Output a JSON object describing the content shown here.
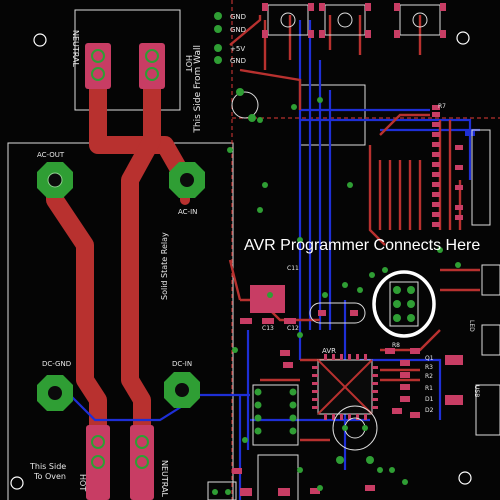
{
  "board": {
    "callout": "AVR Programmer Connects Here",
    "labels": {
      "neutral_top": "NEUTRAL",
      "hot_top": "HOT",
      "this_side_from_wall": "This Side From Wall",
      "gnd1": "GND",
      "gnd2": "GND",
      "v5": "+5V",
      "gnd3": "GND",
      "ac_out": "AC-OUT",
      "ac_in": "AC-IN",
      "ssr": "Solid State Relay",
      "dc_gnd": "DC-GND",
      "dc_in": "DC-IN",
      "this_side_to_oven": "This Side\nTo Oven",
      "hot_bottom": "HOT",
      "neutral_bottom": "NEUTRAL",
      "avr": "AVR",
      "c11": "C11",
      "c12": "C12",
      "c13": "C13",
      "r7": "R7",
      "d1": "D1",
      "d2": "D2",
      "q1": "Q1",
      "r1": "R1",
      "r2": "R2",
      "r3": "R3",
      "r8": "R8",
      "usb": "USB",
      "led": "LED"
    }
  },
  "colors": {
    "board_bg": "#050505",
    "copper_top": "#b8312f",
    "copper_bottom": "#1e2fd6",
    "pad_green": "#2f9e34",
    "silk": "#e8e8e8",
    "pink_marker": "#c83d64",
    "callout_ring": "#ffffff"
  }
}
